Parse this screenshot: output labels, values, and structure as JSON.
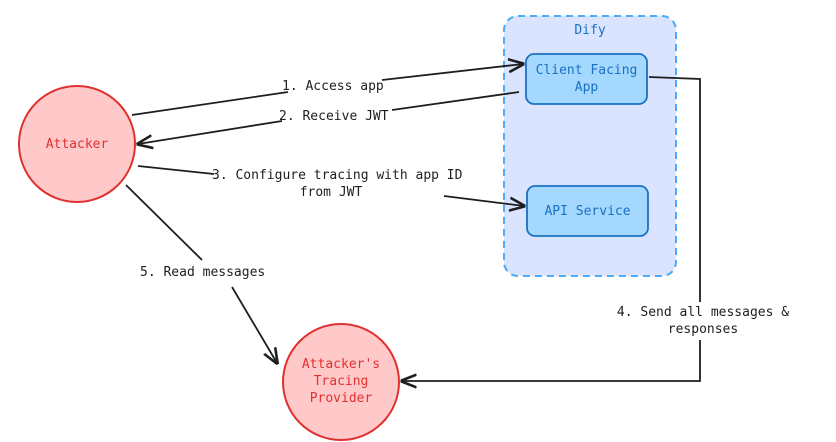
{
  "nodes": {
    "attacker": {
      "label": "Attacker"
    },
    "dify_group": {
      "label": "Dify"
    },
    "client_facing_app": {
      "line1": "Client Facing",
      "line2": "App"
    },
    "api_service": {
      "label": "API Service"
    },
    "tracing_provider": {
      "line1": "Attacker's",
      "line2": "Tracing",
      "line3": "Provider"
    }
  },
  "edges": {
    "access_app": {
      "label": "1. Access app"
    },
    "receive_jwt": {
      "label": "2. Receive JWT"
    },
    "configure_tracing": {
      "line1": "3. Configure tracing with app ID",
      "line2": "from JWT"
    },
    "send_messages": {
      "line1": "4. Send all messages &",
      "line2": "responses"
    },
    "read_messages": {
      "label": "5. Read messages"
    }
  },
  "colors": {
    "attacker_fill": "#ffc9c9",
    "attacker_stroke": "#e03131",
    "group_fill": "#dbe4ff",
    "group_stroke": "#4dabf7",
    "service_fill": "#a5d8ff",
    "service_stroke": "#1971c2",
    "edge": "#1e1e1e"
  }
}
